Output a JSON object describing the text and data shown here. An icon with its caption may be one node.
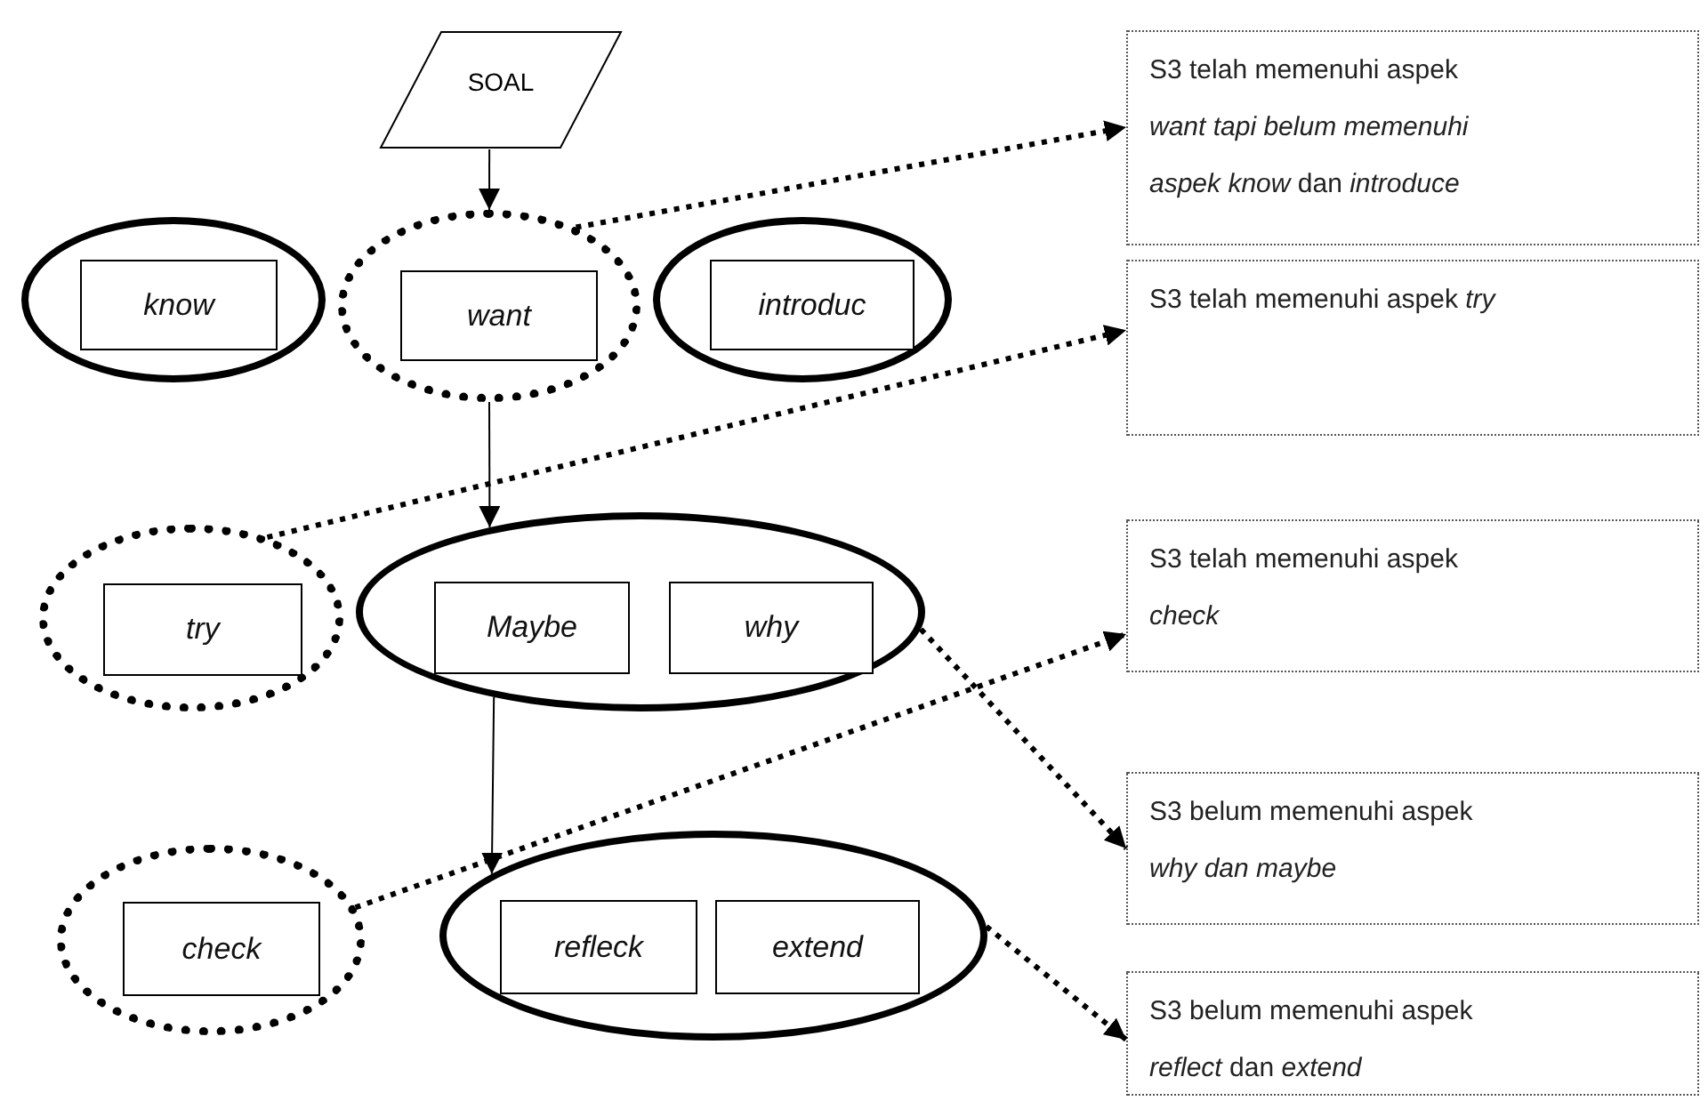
{
  "diagram": {
    "nodes": [
      {
        "text": [
          "SOAL"
        ]
      },
      {
        "text": [],
        "shape": "ellipse"
      },
      {
        "text": [
          "know"
        ],
        "in": 1
      },
      {
        "text": [],
        "shape": "ellipse"
      },
      {
        "text": [
          "want"
        ],
        "in": 3
      },
      {
        "text": [],
        "shape": "ellipse"
      },
      {
        "text": [
          "introduc"
        ],
        "in": 5
      },
      {
        "text": [],
        "shape": "ellipse"
      },
      {
        "text": [
          "try"
        ],
        "in": 7
      },
      {
        "text": [],
        "shape": "ellipse"
      },
      {
        "text": [
          "Maybe"
        ],
        "in": 9
      },
      {
        "text": [
          "why"
        ],
        "in": 9
      },
      {
        "text": [],
        "shape": "ellipse"
      },
      {
        "text": [
          "check"
        ],
        "in": 12
      },
      {
        "text": [],
        "shape": "ellipse"
      },
      {
        "text": [
          "refleck"
        ],
        "in": 14
      },
      {
        "text": [
          "extend"
        ],
        "in": 14
      },
      {
        "text": [
          "S3 telah memenuhi aspek *want tapi belum memenuhi aspek know* dan *introduce*"
        ]
      },
      {
        "text": [
          "S3 telah memenuhi aspek *try*"
        ]
      },
      {
        "text": [
          "S3 telah memenuhi aspek *check*"
        ]
      },
      {
        "text": [
          "S3 belum memenuhi aspek *why dan maybe*"
        ]
      },
      {
        "text": [
          "S3 belum memenuhi aspek *reflect* dan *extend*"
        ]
      }
    ],
    "edges": [
      {
        "from": 0,
        "to": 3,
        "arrow": "to"
      },
      {
        "from": 3,
        "to": 9,
        "arrow": "to"
      },
      {
        "from": 3,
        "to": 17,
        "arrow": "to",
        "style": "dashed"
      },
      {
        "from": 7,
        "to": 18,
        "arrow": "to",
        "style": "dashed"
      },
      {
        "from": 9,
        "to": 14,
        "arrow": "to"
      },
      {
        "from": 12,
        "to": 19,
        "arrow": "to",
        "style": "dashed"
      },
      {
        "from": 9,
        "to": 20,
        "arrow": "to",
        "style": "dashed"
      },
      {
        "from": 14,
        "to": 21,
        "arrow": "to",
        "style": "dashed"
      }
    ]
  }
}
